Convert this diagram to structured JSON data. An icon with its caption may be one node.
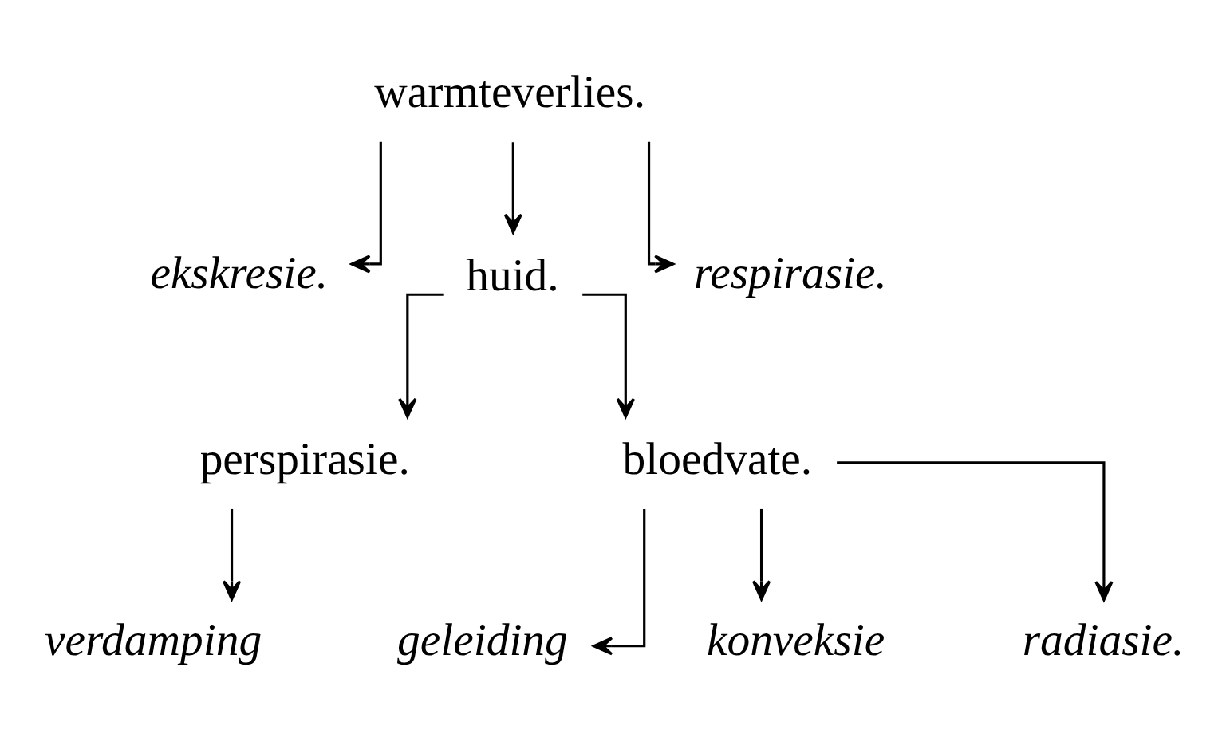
{
  "diagram": {
    "nodes": [
      {
        "text": [
          "warmteverlies."
        ]
      },
      {
        "text": [
          "ekskresie."
        ]
      },
      {
        "text": [
          "huid."
        ]
      },
      {
        "text": [
          "respirasie."
        ]
      },
      {
        "text": [
          "perspirasie."
        ]
      },
      {
        "text": [
          "bloedvate."
        ]
      },
      {
        "text": [
          "verdamping"
        ]
      },
      {
        "text": [
          "geleiding"
        ]
      },
      {
        "text": [
          "konveksie"
        ]
      },
      {
        "text": [
          "radiasie."
        ]
      }
    ],
    "edges": [
      {
        "from": 0,
        "to": 1,
        "arrow": "to"
      },
      {
        "from": 0,
        "to": 2,
        "arrow": "to"
      },
      {
        "from": 0,
        "to": 3,
        "arrow": "to"
      },
      {
        "from": 2,
        "to": 4,
        "arrow": "to"
      },
      {
        "from": 2,
        "to": 5,
        "arrow": "to"
      },
      {
        "from": 4,
        "to": 6,
        "arrow": "to"
      },
      {
        "from": 5,
        "to": 7,
        "arrow": "to"
      },
      {
        "from": 5,
        "to": 8,
        "arrow": "to"
      },
      {
        "from": 5,
        "to": 9,
        "arrow": "to"
      }
    ]
  }
}
